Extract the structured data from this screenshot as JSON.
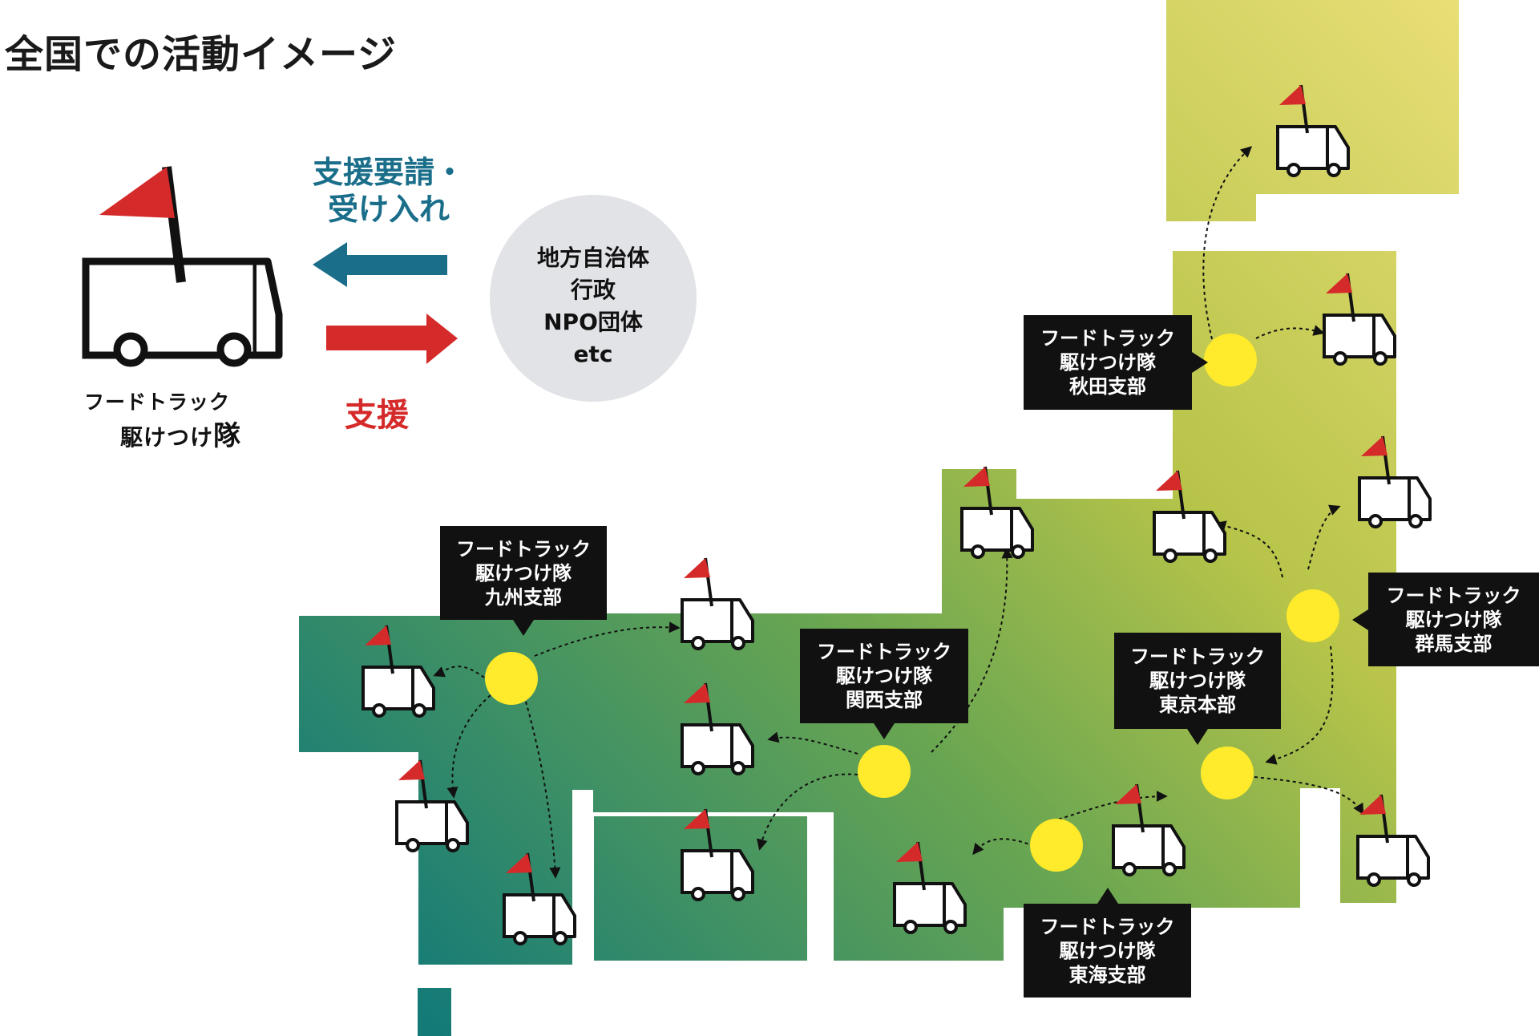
{
  "title": "全国での活動イメージ",
  "legend": {
    "request_label_line1": "支援要請・",
    "request_label_line2": "受け入れ",
    "support_label": "支援",
    "logo_line1": "フードトラック",
    "logo_line2": "駆けつけ",
    "logo_mark_char": "隊",
    "partner_lines": [
      "地方自治体",
      "行政",
      "NPO団体",
      "etc"
    ]
  },
  "colors": {
    "request_arrow": "#1a6e8a",
    "support_arrow": "#d52a2a",
    "flag": "#d52a2a",
    "hub": "#ffea2b",
    "map_north": "#e9db6a",
    "map_south": "#157e7a",
    "label_bg": "#111111"
  },
  "branches": [
    {
      "line1": "フードトラック",
      "line2": "駆けつけ隊",
      "line3": "秋田支部"
    },
    {
      "line1": "フードトラック",
      "line2": "駆けつけ隊",
      "line3": "群馬支部"
    },
    {
      "line1": "フードトラック",
      "line2": "駆けつけ隊",
      "line3": "東京本部"
    },
    {
      "line1": "フードトラック",
      "line2": "駆けつけ隊",
      "line3": "関西支部"
    },
    {
      "line1": "フードトラック",
      "line2": "駆けつけ隊",
      "line3": "九州支部"
    },
    {
      "line1": "フードトラック",
      "line2": "駆けつけ隊",
      "line3": "東海支部"
    }
  ]
}
